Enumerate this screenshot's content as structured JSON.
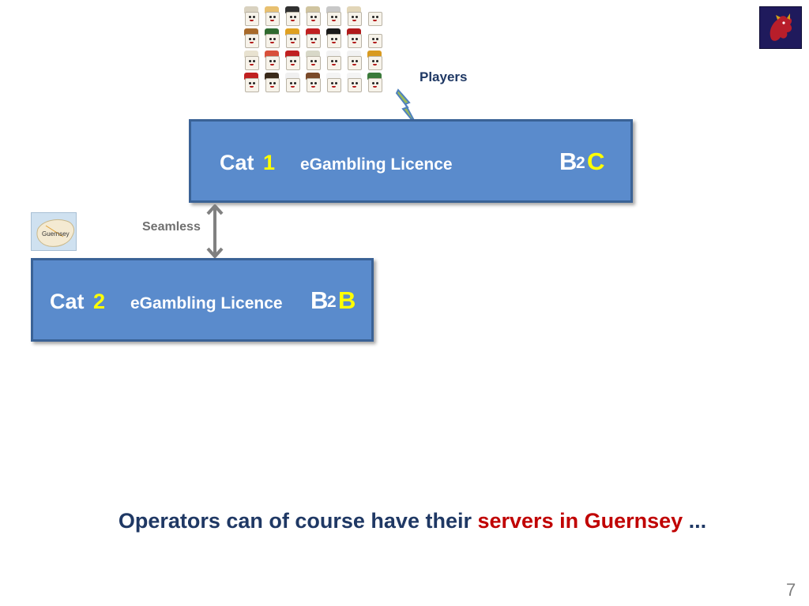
{
  "players": {
    "label": "Players",
    "faces": [
      {
        "hat": "#d9d2c0"
      },
      {
        "hat": "#e8c070"
      },
      {
        "hat": "#303030"
      },
      {
        "hat": "#d0c4a0"
      },
      {
        "hat": "#c8c8c8"
      },
      {
        "hat": "#e2d6b8"
      },
      {
        "hat": ""
      },
      {
        "hat": "#a86a2a"
      },
      {
        "hat": "#2f6a2f"
      },
      {
        "hat": "#e0a020"
      },
      {
        "hat": "#c02020"
      },
      {
        "hat": "#1a1a1a"
      },
      {
        "hat": "#b01a1a"
      },
      {
        "hat": ""
      },
      {
        "hat": "#e8e2d0"
      },
      {
        "hat": "#d8503a"
      },
      {
        "hat": "#c02020"
      },
      {
        "hat": "#d8d8c8"
      },
      {
        "hat": "#f2f2f2"
      },
      {
        "hat": "#f2f2f2"
      },
      {
        "hat": "#d89a20"
      },
      {
        "hat": "#c02020"
      },
      {
        "hat": "#3a2a1a"
      },
      {
        "hat": "#f0f0f0"
      },
      {
        "hat": "#7a4a2a"
      },
      {
        "hat": "#f4f4f4"
      },
      {
        "hat": "#f4f4f4"
      },
      {
        "hat": "#3a7a3a"
      }
    ]
  },
  "cat1": {
    "cat_word": "Cat",
    "cat_num": "1",
    "licence": "eGambling Licence",
    "b_big": "B",
    "b_small": "2",
    "b_accent": "C"
  },
  "cat2": {
    "cat_word": "Cat",
    "cat_num": "2",
    "licence": "eGambling Licence",
    "b_big": "B",
    "b_small": "2",
    "b_accent": "B"
  },
  "seamless": {
    "label": "Seamless"
  },
  "map": {
    "label": "Guernsey"
  },
  "statement": {
    "part1": "Operators can of course have their ",
    "highlight": "servers in Guernsey",
    "part2": " ..."
  },
  "page_number": "7",
  "colors": {
    "box_fill": "#5a8bcc",
    "box_border": "#3a6296",
    "accent_yellow": "#ffff00",
    "text_navy": "#1f3864",
    "highlight_red": "#c00000",
    "arrow_grey": "#808080",
    "bolt_green": "#9bbb59"
  }
}
